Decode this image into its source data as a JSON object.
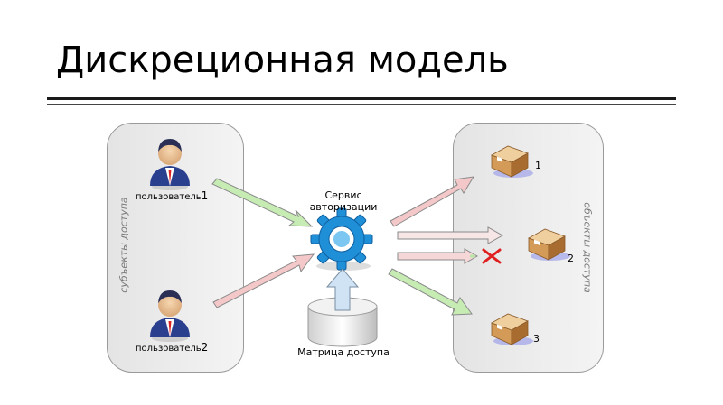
{
  "slide": {
    "title": "Дискреционная модель"
  },
  "diagram": {
    "subjects_panel_label": "субъекты доступа",
    "objects_panel_label": "объекты доступа",
    "users": [
      {
        "label": "пользователь",
        "number": "1"
      },
      {
        "label": "пользователь",
        "number": "2"
      }
    ],
    "service_label_line1": "Сервис",
    "service_label_line2": "авторизации",
    "matrix_label": "Матрица доступа",
    "objects": [
      {
        "number": "1"
      },
      {
        "number": "2"
      },
      {
        "number": "3"
      }
    ],
    "colors": {
      "arrow_green": "#b9e6a8",
      "arrow_red": "#f2b9b9",
      "arrow_blue": "#bcd8ee",
      "gear": "#1e8fd6",
      "deny": "#e02020"
    }
  }
}
